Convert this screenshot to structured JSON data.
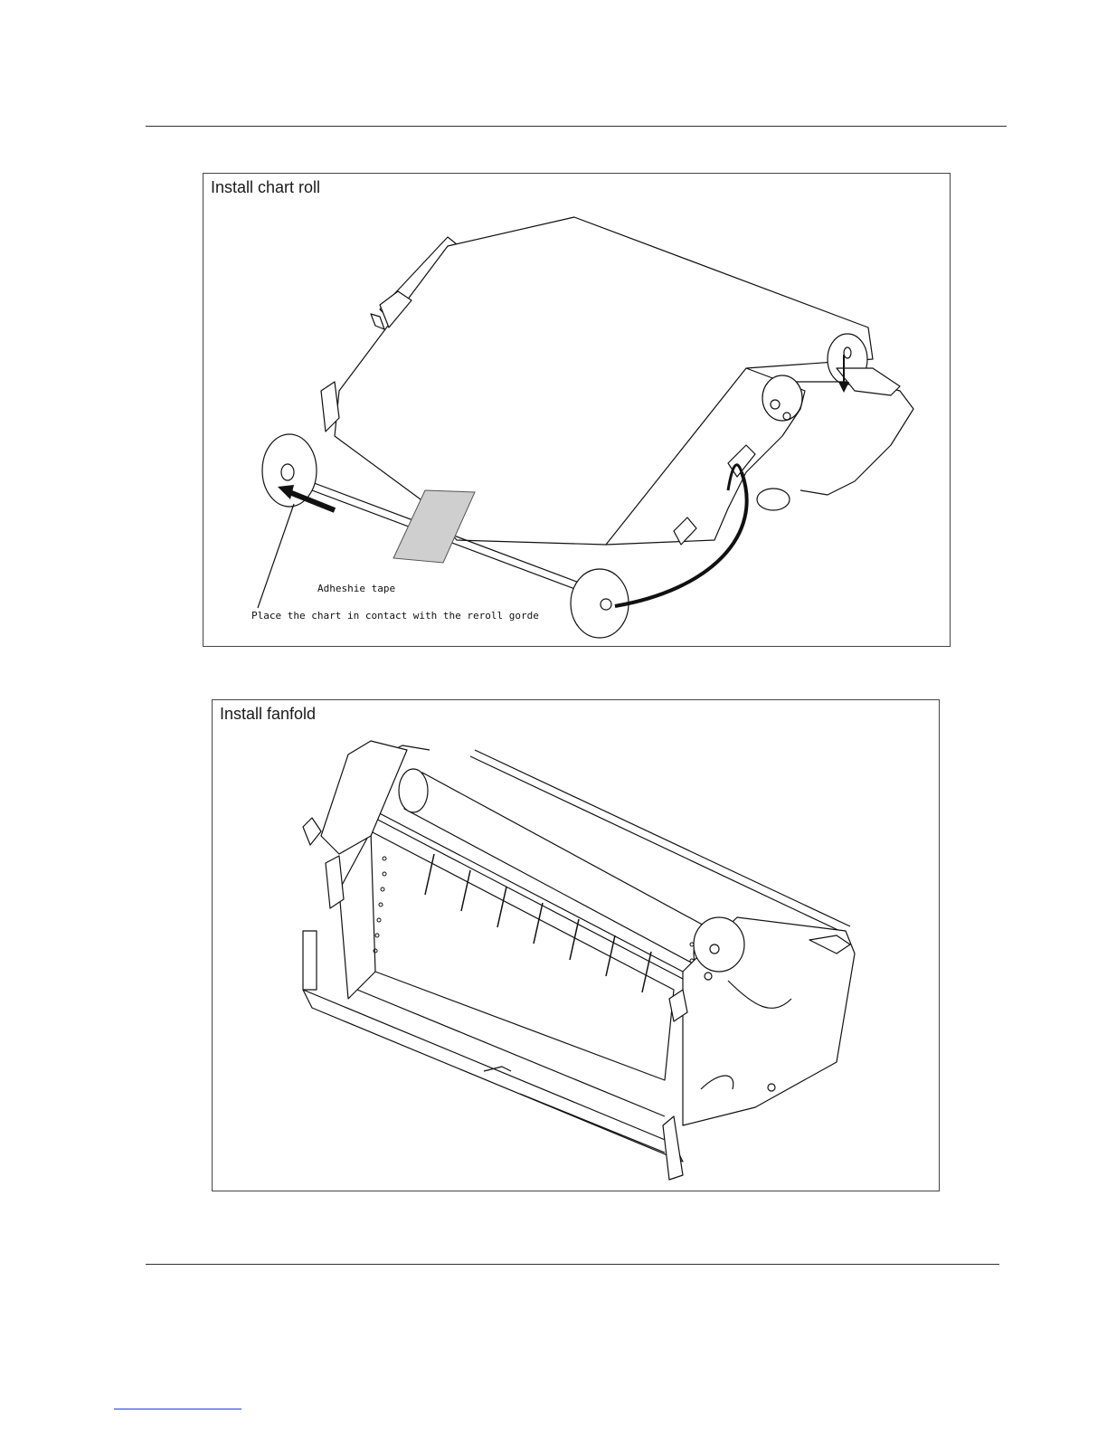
{
  "figures": [
    {
      "title": "Install chart roll",
      "callouts": {
        "adhesive": "Adheshie tape",
        "place": "Place the chart in contact with the reroll gorde"
      }
    },
    {
      "title": "Install fanfold"
    }
  ],
  "colors": {
    "line": "#111111",
    "rule": "#333333",
    "link": "#1a3fd6",
    "tape": "#cfcfcf"
  }
}
